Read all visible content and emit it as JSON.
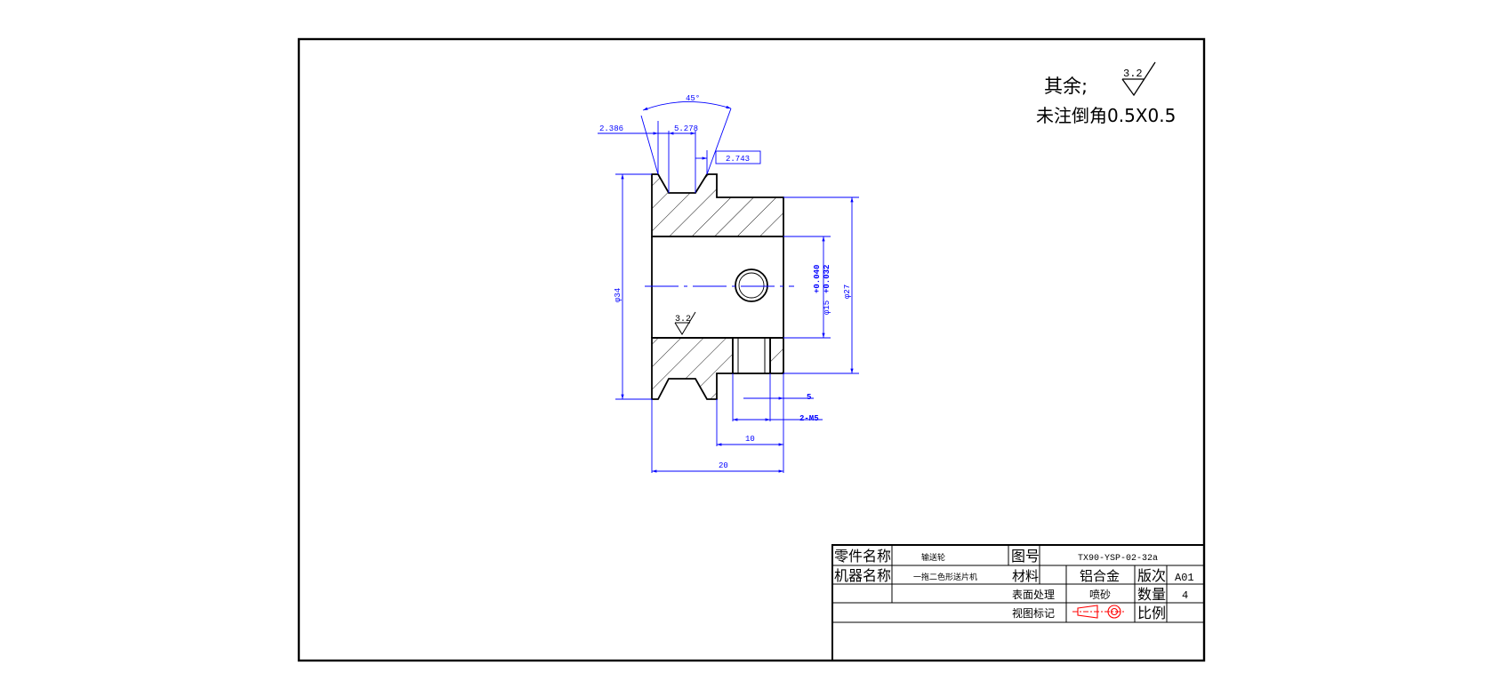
{
  "notes": {
    "other_surface_label": "其余;",
    "roughness_main": "3.2",
    "chamfer_note": "未注倒角0.5X0.5"
  },
  "dims": {
    "angle": "45°",
    "d_2386": "2.386",
    "d_5278": "5.278",
    "d_2743": "2.743",
    "dia_34": "φ34",
    "dia_27": "φ27",
    "dia_15": "φ15",
    "tol_upper": "+0.040",
    "tol_lower": "+0.032",
    "d_5": "5",
    "d_2m5": "2-M5",
    "d_10": "10",
    "d_20": "20",
    "roughness_local": "3.2"
  },
  "title_block": {
    "part_name_label": "零件名称",
    "part_name": "输送轮",
    "drawing_no_label": "图号",
    "drawing_no": "TX90-YSP-02-32a",
    "machine_name_label": "机器名称",
    "machine_name": "一拖二色形送片机",
    "material_label": "材料",
    "material": "铝合金",
    "version_label": "版次",
    "version": "A01",
    "surface_label": "表面处理",
    "surface": "喷砂",
    "quantity_label": "数量",
    "quantity": "4",
    "view_mark_label": "视图标记",
    "scale_label": "比例",
    "scale": ""
  },
  "colors": {
    "line": "#000000",
    "dimension": "#0000ff"
  }
}
